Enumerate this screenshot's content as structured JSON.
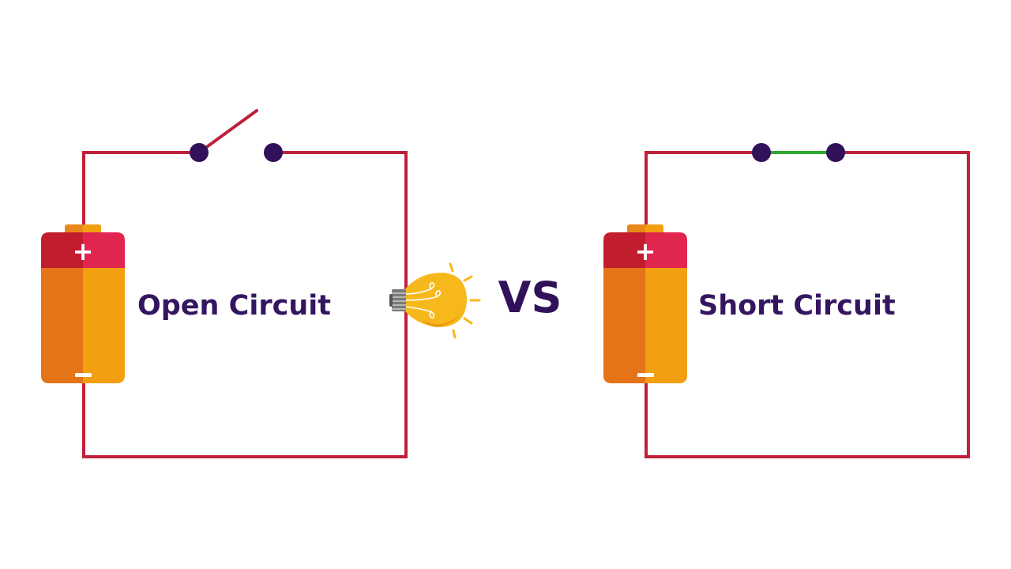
{
  "diagram": {
    "left_circuit": {
      "label": "Open Circuit",
      "battery": {
        "positive_symbol": "+",
        "negative_symbol": "−"
      },
      "switch_state": "open"
    },
    "separator": {
      "label": "VS"
    },
    "right_circuit": {
      "label": "Short Circuit",
      "battery": {
        "positive_symbol": "+",
        "negative_symbol": "−"
      },
      "switch_state": "closed"
    }
  },
  "colors": {
    "wire": "#c0203a",
    "terminal": "#311159",
    "label": "#341660",
    "short_link": "#2ea82e",
    "battery_cap": "#e8881a",
    "battery_top_dark": "#c21d2f",
    "battery_top_light": "#e0264e",
    "battery_body_dark": "#e57318",
    "battery_body_light": "#f2a012",
    "bulb_glass": "#f7b81c",
    "bulb_base": "#7a7a7a"
  }
}
